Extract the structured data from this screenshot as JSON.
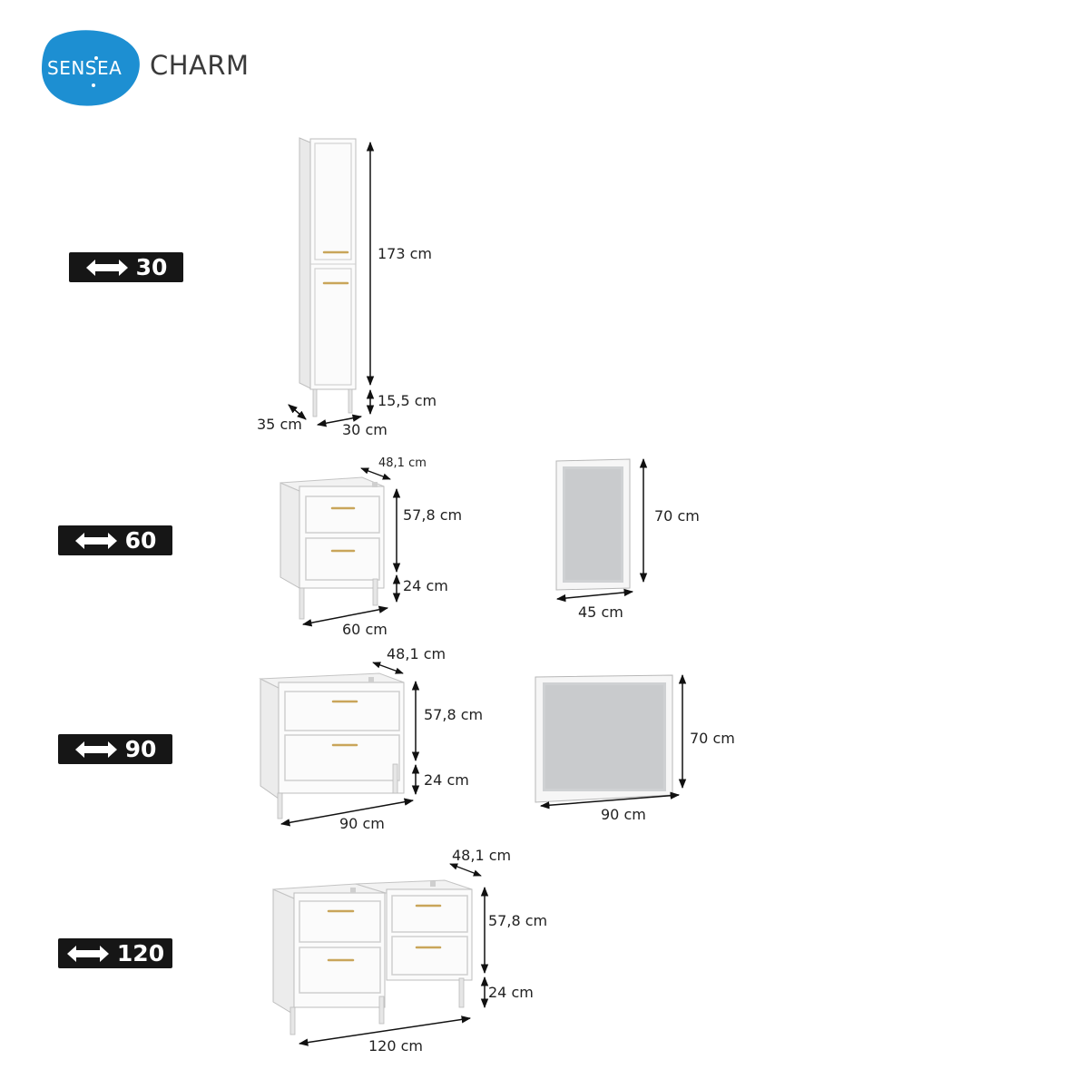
{
  "brand": {
    "logo_text": "SENSEA",
    "collection": "CHARM"
  },
  "colors": {
    "logo_blue": "#1d8fd2",
    "badge_bg": "#161616",
    "furniture_white": "#fafafa",
    "handle_gold": "#c9a55a",
    "mirror_glass": "#cfd1d3"
  },
  "sizes": [
    {
      "width_label": "30",
      "dimensions": {
        "height": "173 cm",
        "legs": "15,5 cm",
        "depth": "35 cm",
        "width": "30 cm"
      }
    },
    {
      "width_label": "60",
      "dimensions": {
        "depth": "48,1 cm",
        "height": "57,8 cm",
        "legs": "24 cm",
        "width": "60 cm"
      },
      "mirror": {
        "height": "70 cm",
        "width": "45 cm"
      }
    },
    {
      "width_label": "90",
      "dimensions": {
        "depth": "48,1 cm",
        "height": "57,8 cm",
        "legs": "24 cm",
        "width": "90 cm"
      },
      "mirror": {
        "height": "70 cm",
        "width": "90 cm"
      }
    },
    {
      "width_label": "120",
      "dimensions": {
        "depth": "48,1 cm",
        "height": "57,8 cm",
        "legs": "24 cm",
        "width": "120 cm"
      }
    }
  ]
}
